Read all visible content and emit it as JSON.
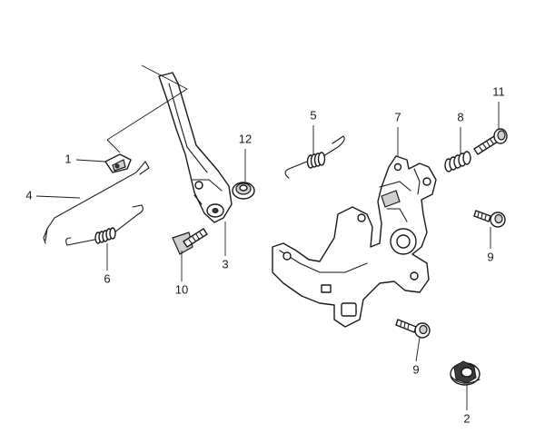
{
  "colors": {
    "line": "#1a1a1a",
    "background": "#ffffff",
    "shade": "#cfcfcf"
  },
  "callouts": {
    "n1": "1",
    "n2": "2",
    "n3": "3",
    "n4": "4",
    "n5": "5",
    "n6": "6",
    "n7": "7",
    "n8": "8",
    "n9a": "9",
    "n9b": "9",
    "n10": "10",
    "n11": "11",
    "n12": "12"
  }
}
